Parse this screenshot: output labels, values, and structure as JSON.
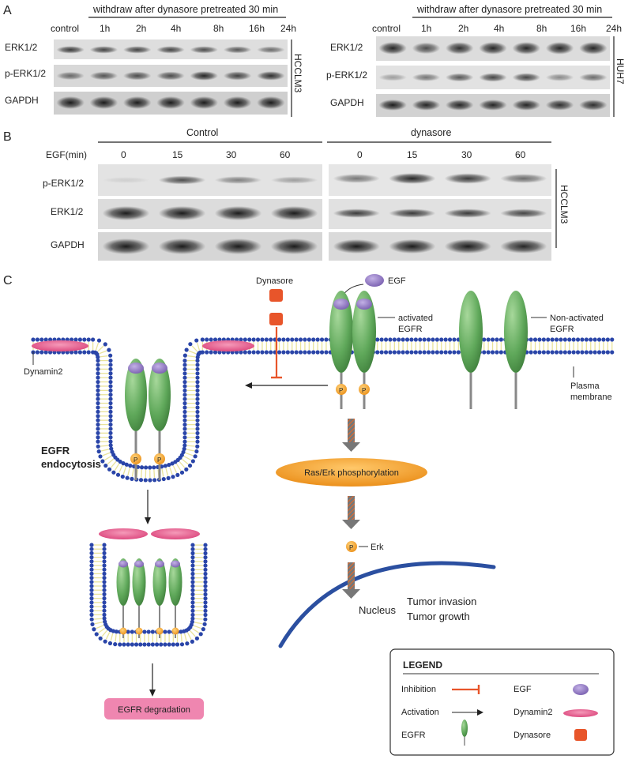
{
  "panels": {
    "a": "A",
    "b": "B",
    "c": "C"
  },
  "panel_a": {
    "left": {
      "control": "control",
      "header": "withdraw after dynasore pretreated 30 min",
      "times": [
        "1h",
        "2h",
        "4h",
        "8h",
        "16h",
        "24h"
      ],
      "rows": [
        "ERK1/2",
        "p-ERK1/2",
        "GAPDH"
      ],
      "cell_line": "HCCLM3"
    },
    "right": {
      "control": "control",
      "header": "withdraw after dynasore pretreated 30 min",
      "times": [
        "1h",
        "2h",
        "4h",
        "8h",
        "16h",
        "24h"
      ],
      "rows": [
        "ERK1/2",
        "p-ERK1/2",
        "GAPDH"
      ],
      "cell_line": "HUH7"
    }
  },
  "panel_b": {
    "group_control": "Control",
    "group_dynasore": "dynasore",
    "egf_label": "EGF(min)",
    "control_times": [
      "0",
      "15",
      "30",
      "60"
    ],
    "dynasore_times": [
      "0",
      "15",
      "30",
      "60"
    ],
    "rows": [
      "p-ERK1/2",
      "ERK1/2",
      "GAPDH"
    ],
    "cell_line": "HCCLM3"
  },
  "panel_c": {
    "dynasore": "Dynasore",
    "egf": "EGF",
    "activated_egfr_1": "activated",
    "activated_egfr_2": "EGFR",
    "nonactivated_egfr_1": "Non-activated",
    "nonactivated_egfr_2": "EGFR",
    "dynamin2": "Dynamin2",
    "plasma_1": "Plasma",
    "plasma_2": "membrane",
    "endocytosis_1": "EGFR",
    "endocytosis_2": "endocytosis",
    "ras_erk": "Ras/Erk phosphorylation",
    "erk": "Erk",
    "p": "P",
    "nucleus": "Nucleus",
    "tumor_invasion": "Tumor invasion",
    "tumor_growth": "Tumor growth",
    "degradation": "EGFR degradation"
  },
  "legend": {
    "title": "LEGEND",
    "inhibition": "Inhibition",
    "activation": "Activation",
    "egfr": "EGFR",
    "egf": "EGF",
    "dynamin2": "Dynamin2",
    "dynasore": "Dynasore"
  },
  "colors": {
    "egfr_green": "#5fa85a",
    "egf_purple": "#8b6fc0",
    "dynamin_pink": "#e8568a",
    "dynasore_orange": "#e8552a",
    "phospho_orange": "#f2a02c",
    "ras_orange": "#ef9a1e",
    "lipid_blue": "#2a45a8",
    "tail_yellow": "#e9e39a",
    "nucleus_blue": "#2b4fa0",
    "degradation_pink": "#ef86b0"
  }
}
